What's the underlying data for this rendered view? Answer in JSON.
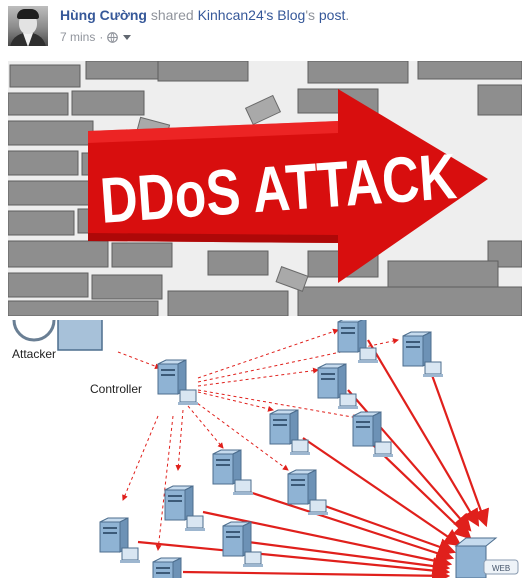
{
  "post": {
    "author": "Hùng Cường",
    "action": "shared",
    "source": "Kinhcan24's Blog",
    "source_possessive": "'s",
    "object": "post",
    "period": ".",
    "time": "7 mins",
    "separator": "·",
    "privacy_icon": "globe-icon",
    "menu_icon": "chevron-down-icon"
  },
  "images": {
    "banner_text": "DDoS ATTACK",
    "diagram": {
      "attacker_label": "Attacker",
      "controller_label": "Controller",
      "target_label": "WEB"
    }
  },
  "colors": {
    "link": "#365899",
    "muted": "#90949c",
    "arrow_red": "#e0201c",
    "banner_red": "#d80e0e"
  }
}
